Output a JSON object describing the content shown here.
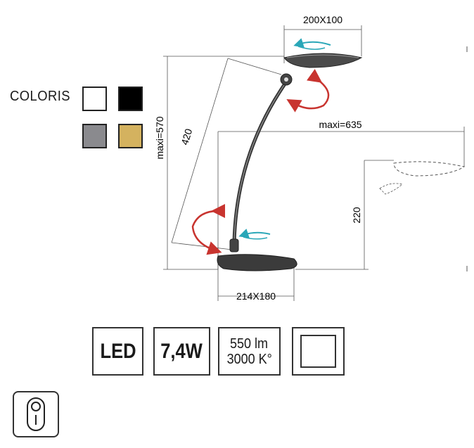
{
  "dimensions": {
    "head": "200X100",
    "base": "214X180",
    "max_height": "maxi=570",
    "max_reach": "maxi=635",
    "arm_length": "420",
    "base_height": "220"
  },
  "coloris": {
    "label": "COLORIS",
    "swatches": [
      {
        "name": "white",
        "color": "#ffffff"
      },
      {
        "name": "black",
        "color": "#000000"
      },
      {
        "name": "grey",
        "color": "#8a8a8e"
      },
      {
        "name": "gold",
        "color": "#d4b25f"
      }
    ]
  },
  "specs": {
    "type": "LED",
    "power": "7,4W",
    "lumen": "550 lm",
    "color_temp": "3000 K°"
  },
  "colors": {
    "rotation_arrow": "#c8342f",
    "swivel_arrow": "#2aa7b8",
    "line": "#333333"
  },
  "icons": [
    "white-square-icon",
    "switch-icon"
  ]
}
